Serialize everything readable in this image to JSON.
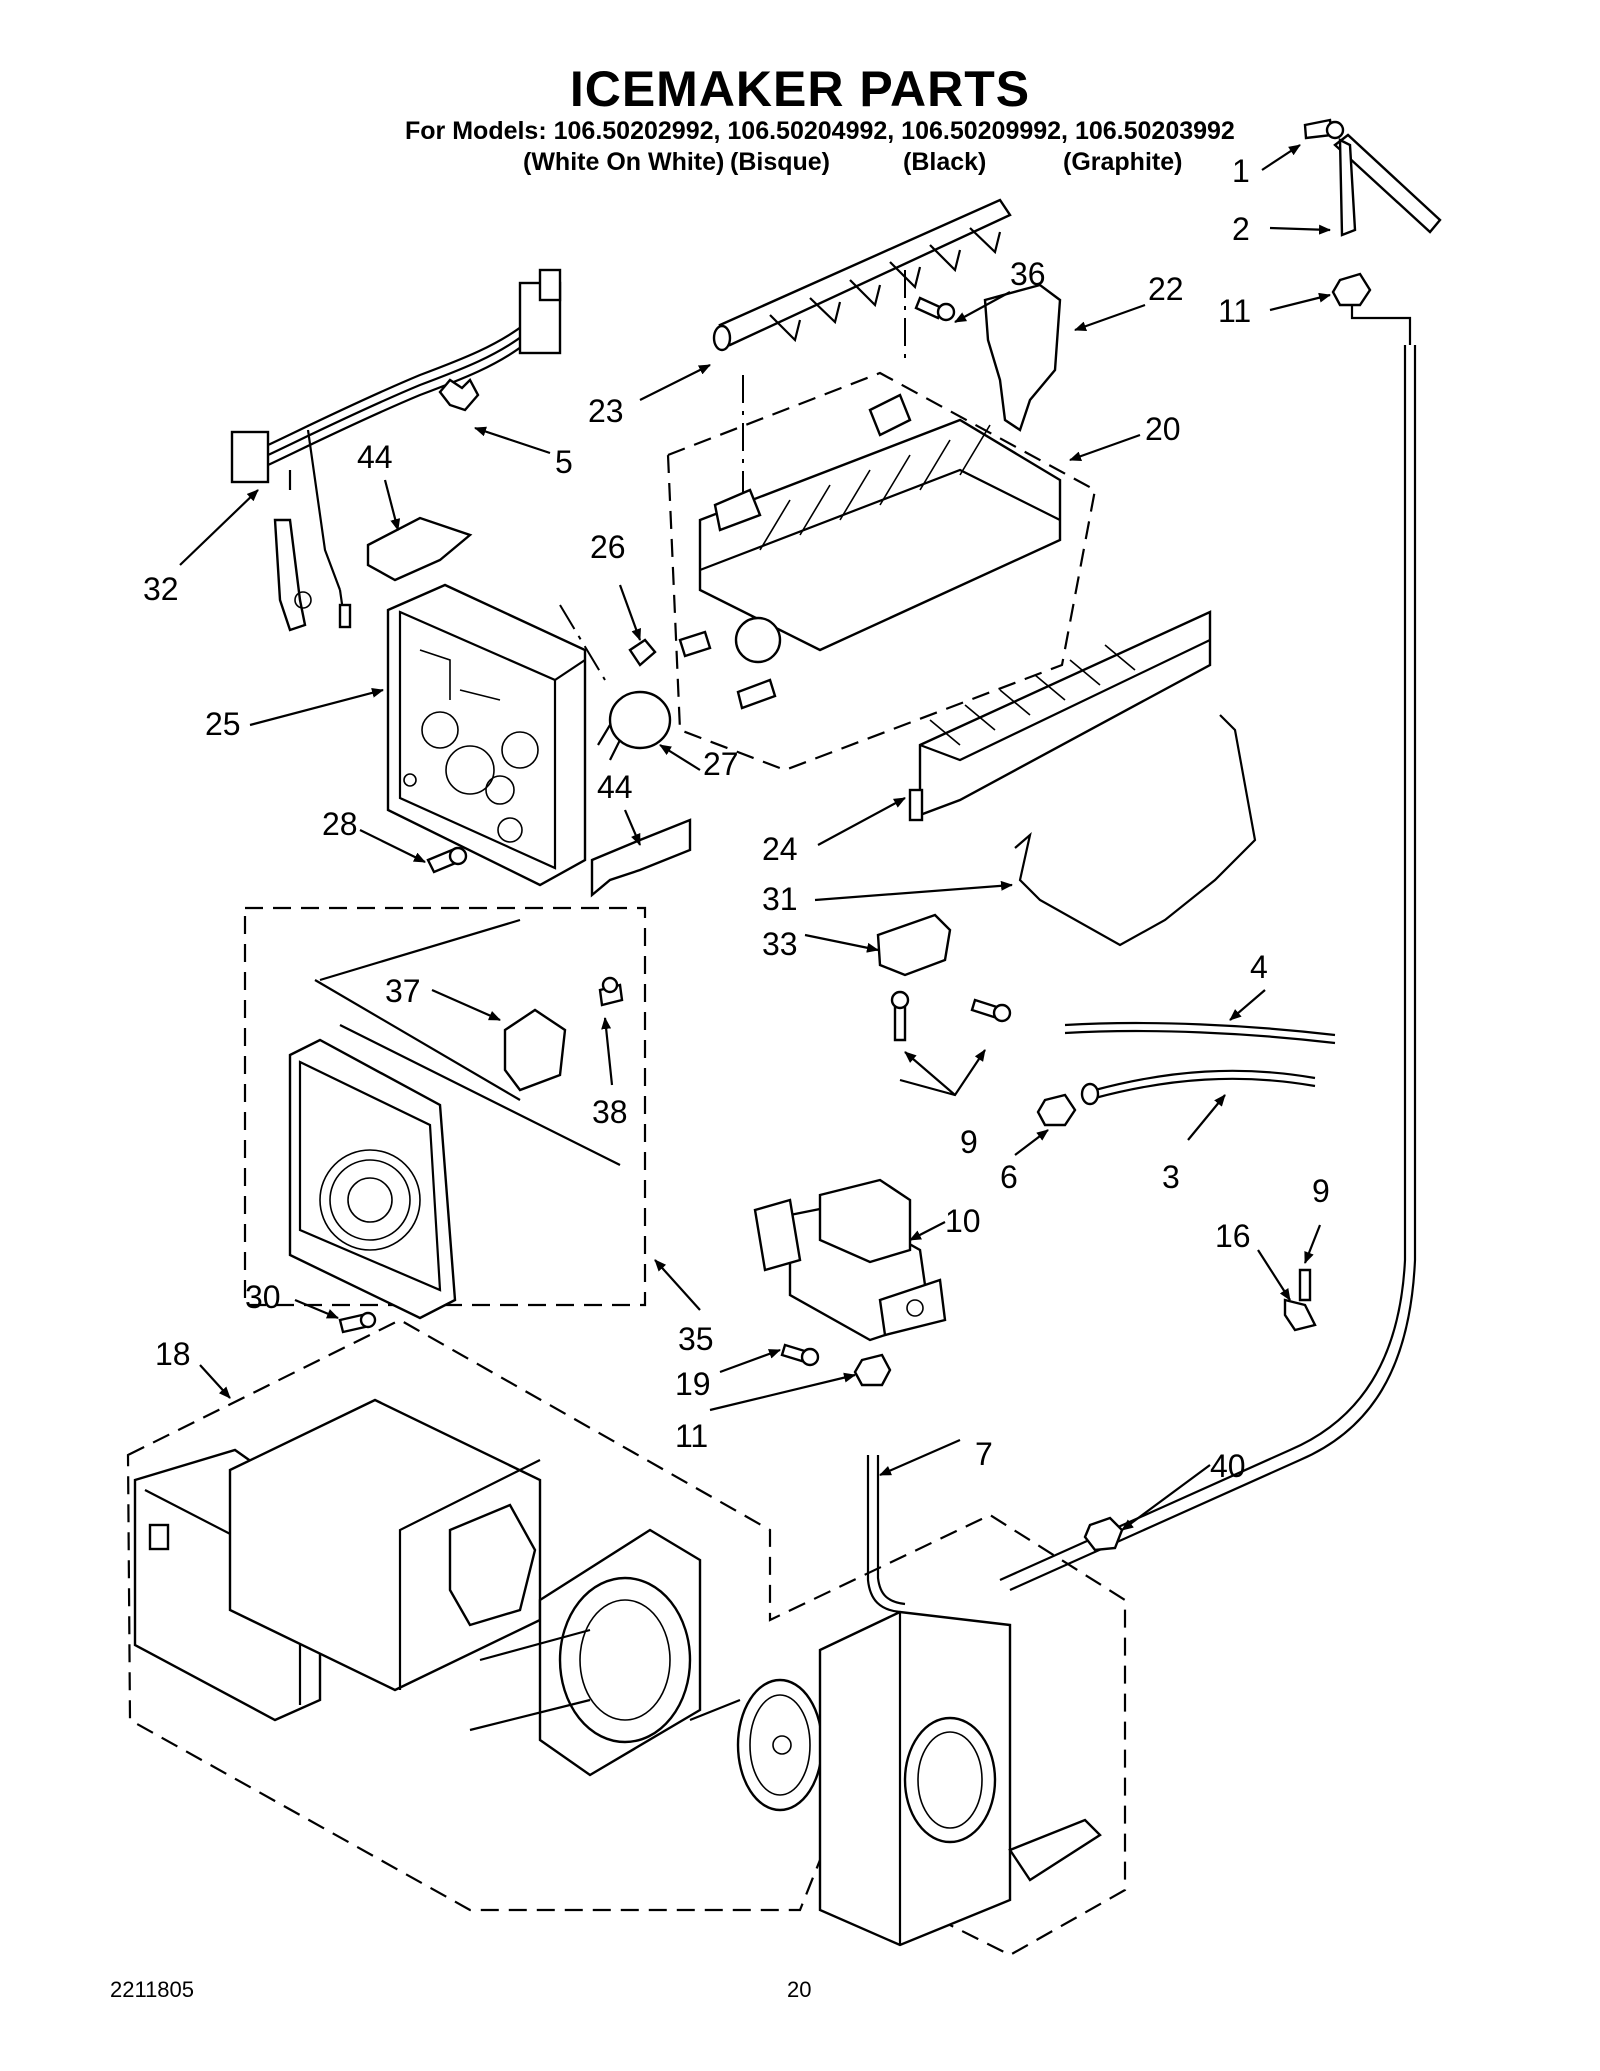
{
  "header": {
    "title": "ICEMAKER PARTS",
    "models_line": "For Models: 106.50202992, 106.50204992, 106.50209992, 106.50203992",
    "colors": [
      "(White On White)",
      "(Bisque)",
      "(Black)",
      "(Graphite)"
    ]
  },
  "footer": {
    "doc_number": "2211805",
    "page_number": "20"
  },
  "callouts": [
    "1",
    "2",
    "11",
    "36",
    "22",
    "23",
    "20",
    "5",
    "44",
    "32",
    "26",
    "25",
    "27",
    "44",
    "28",
    "24",
    "31",
    "33",
    "37",
    "4",
    "38",
    "9",
    "6",
    "3",
    "9",
    "10",
    "16",
    "30",
    "35",
    "18",
    "19",
    "11",
    "7",
    "40"
  ]
}
